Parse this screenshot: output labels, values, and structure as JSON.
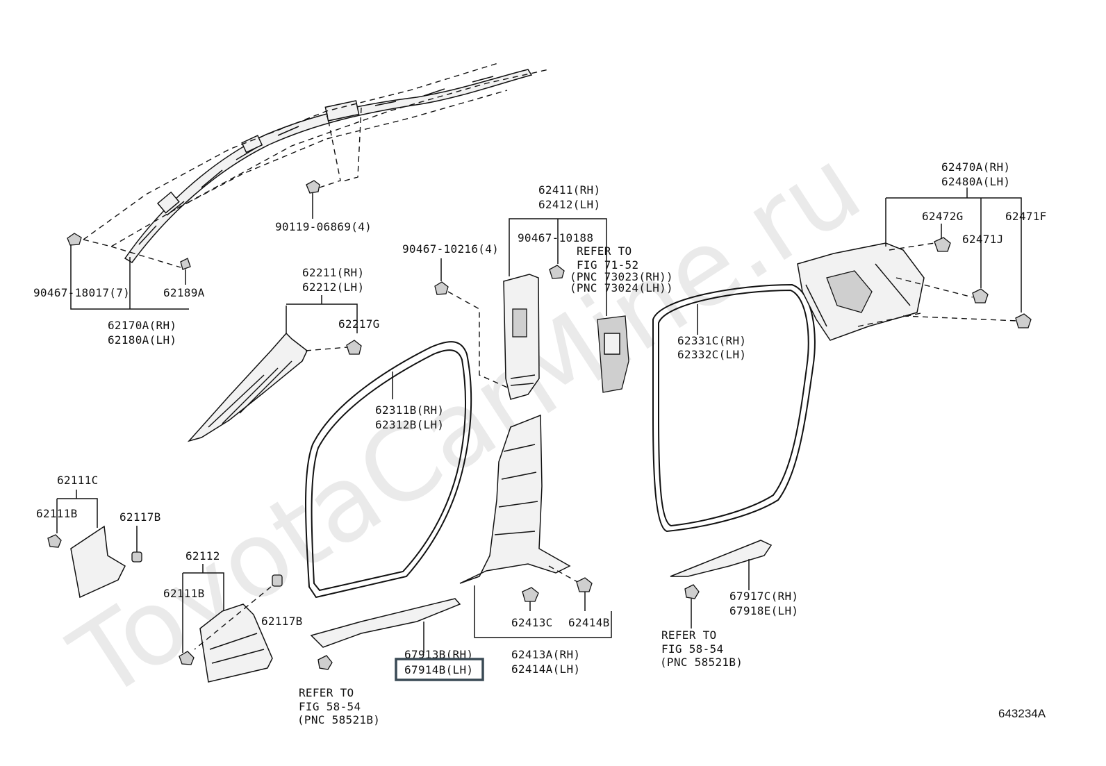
{
  "watermark": "ToyotaCarMine.ru",
  "figure_number": "643234A",
  "parts": {
    "p90119": "90119-06869(4)",
    "p90467_18017": "90467-18017(7)",
    "p62189A": "62189A",
    "p62170A": "62170A(RH)",
    "p62180A": "62180A(LH)",
    "p62211": "62211(RH)",
    "p62212": "62212(LH)",
    "p62217G": "62217G",
    "p90467_10216": "90467-10216(4)",
    "p62411": "62411(RH)",
    "p62412": "62412(LH)",
    "p90467_10188": "90467-10188",
    "p62470A": "62470A(RH)",
    "p62480A": "62480A(LH)",
    "p62472G": "62472G",
    "p62471F": "62471F",
    "p62471J": "62471J",
    "p62331C": "62331C(RH)",
    "p62332C": "62332C(LH)",
    "p62311B": "62311B(RH)",
    "p62312B": "62312B(LH)",
    "p62111C": "62111C",
    "p62111B_a": "62111B",
    "p62117B_a": "62117B",
    "p62112": "62112",
    "p62111B_b": "62111B",
    "p62117B_b": "62117B",
    "p67913B": "67913B(RH)",
    "p67914B": "67914B(LH)",
    "p62413C": "62413C",
    "p62414B": "62414B",
    "p62413A": "62413A(RH)",
    "p62414A": "62414A(LH)",
    "p67917C": "67917C(RH)",
    "p67918E": "67918E(LH)"
  },
  "references": {
    "fig71": [
      "REFER TO",
      "FIG 71-52",
      "(PNC 73023(RH))",
      "(PNC 73024(LH))"
    ],
    "fig58_right": [
      "REFER TO",
      "FIG 58-54",
      "(PNC 58521B)"
    ],
    "fig58_left": [
      "REFER TO",
      "FIG 58-54",
      "(PNC 58521B)"
    ]
  },
  "highlighted_part": "67914B(LH)"
}
